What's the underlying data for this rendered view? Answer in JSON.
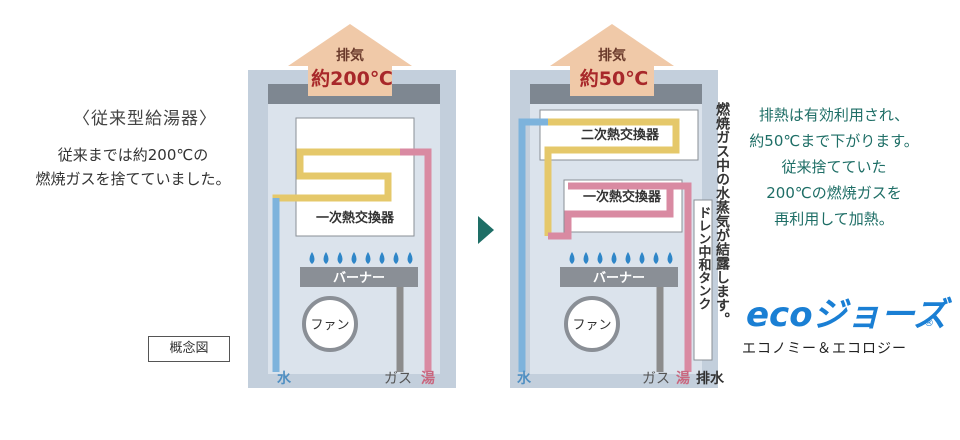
{
  "conventional": {
    "title": "〈従来型給湯器〉",
    "desc_line1": "従来までは約200℃の",
    "desc_line2": "燃焼ガスを捨てていました。",
    "exhaust_label": "排気",
    "exhaust_temp": "約200℃",
    "primary_hx": "一次熱交換器",
    "burner": "バーナー",
    "fan": "ファン",
    "water": "水",
    "gas": "ガス",
    "hot_water": "湯",
    "concept_label": "概念図"
  },
  "eco": {
    "exhaust_label": "排気",
    "exhaust_temp": "約50℃",
    "secondary_hx": "二次熱交換器",
    "primary_hx": "一次熱交換器",
    "burner": "バーナー",
    "fan": "ファン",
    "water": "水",
    "gas": "ガス",
    "hot_water": "湯",
    "drain": "排水",
    "condense_text": "燃焼ガス中の水蒸気が結露します。",
    "tank_text": "ドレン中和タンク"
  },
  "benefit": {
    "line1": "排熱は有効利用され、",
    "line2": "約50℃まで下がります。",
    "line3": "従来捨てていた",
    "line4": "200℃の燃焼ガスを",
    "line5": "再利用して加熱。"
  },
  "brand": {
    "logo": "ecoジョーズ",
    "reg_mark": "®",
    "tagline": "エコノミー＆エコロジー"
  },
  "colors": {
    "cold_water": "#7db3dc",
    "hot_water": "#d98aa2",
    "heat_path": "#e5c86a",
    "gas_pipe": "#8c8c8c",
    "casing": "#c3cfdc",
    "arrow_fill": "#f0c9a8",
    "accent_teal": "#1e6e66",
    "logo_blue": "#1a7fd4"
  }
}
